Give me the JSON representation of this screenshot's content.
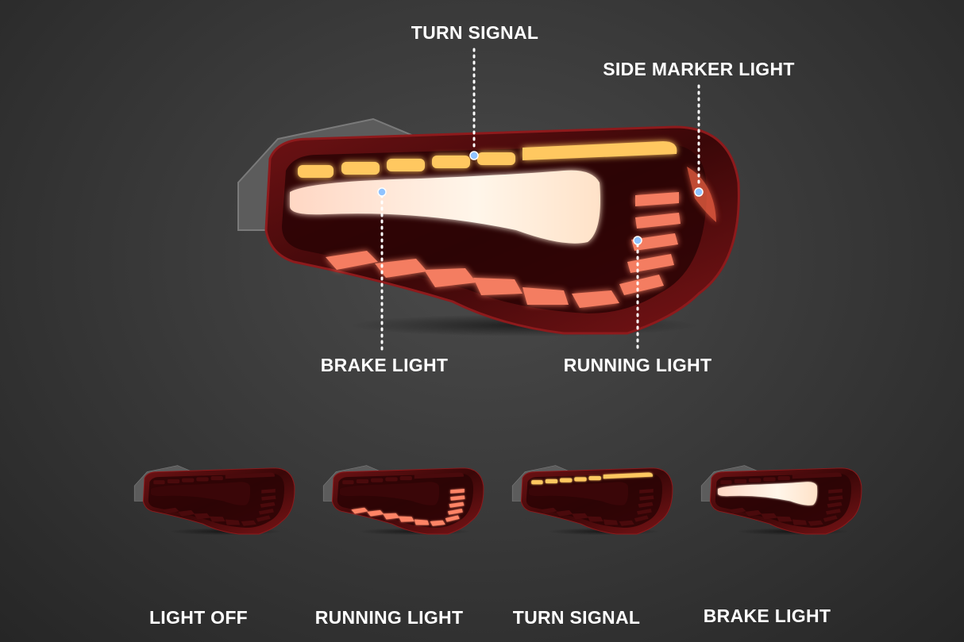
{
  "callouts": {
    "turn_signal": "TURN SIGNAL",
    "side_marker": "SIDE MARKER LIGHT",
    "brake": "BRAKE LIGHT",
    "running": "RUNNING LIGHT"
  },
  "states": [
    {
      "label": "LIGHT OFF"
    },
    {
      "label": "RUNNING LIGHT"
    },
    {
      "label": "TURN SIGNAL"
    },
    {
      "label": "BRAKE LIGHT"
    }
  ],
  "colors": {
    "background": "#3a3a3a",
    "housing_red": "#5a0c0e",
    "amber": "#ffc15a",
    "brake_white": "#fff0dc",
    "running_orange": "#ff7a5a",
    "dot_blue": "#8fc3ff",
    "label": "#ffffff"
  }
}
